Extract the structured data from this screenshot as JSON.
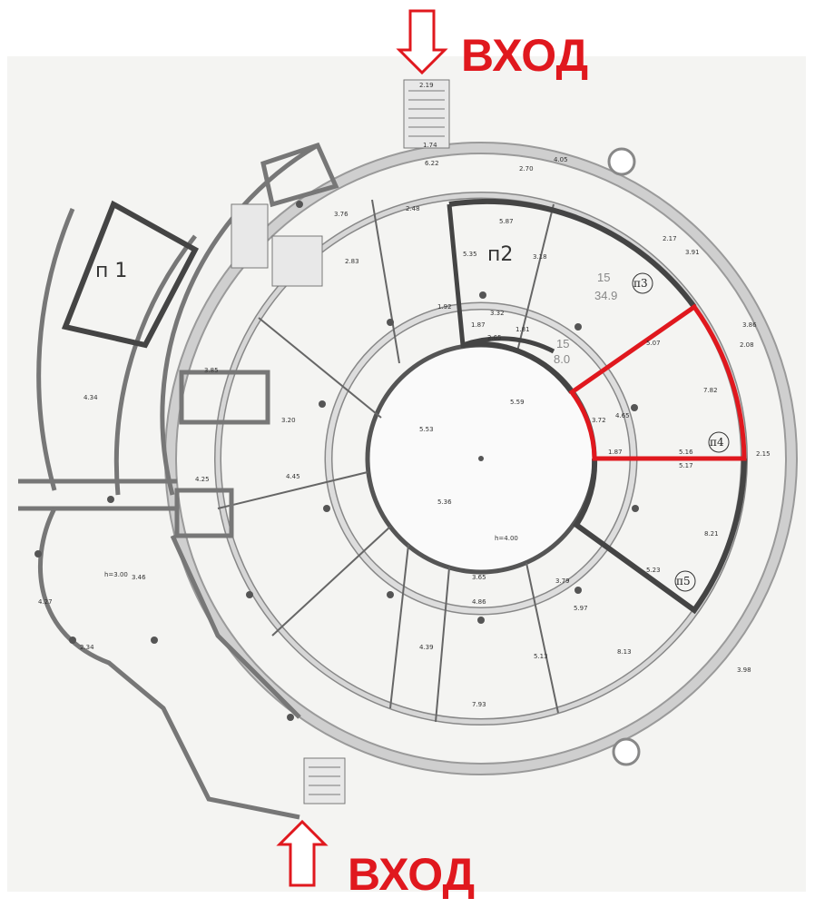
{
  "entrances": {
    "top": "ВХОД",
    "bottom": "ВХОД"
  },
  "units": {
    "p1": "п 1",
    "p2": "п2",
    "p3": "п3",
    "p4": "п4",
    "p5": "п5"
  },
  "room_p3": {
    "number": "15",
    "area": "34.9"
  },
  "room_small": {
    "number": "15",
    "area": "8.0"
  },
  "heights": {
    "atrium": "h=4.00",
    "left": "h=3.00"
  },
  "colors": {
    "highlight": "#e0181e",
    "wall": "#555555",
    "fill": "#c8c8c8"
  },
  "dims": {
    "d_219": "2.19",
    "d_174": "1.74",
    "d_622": "6.22",
    "d_270": "2.70",
    "d_405": "4.05",
    "d_587": "5.87",
    "d_318": "3.18",
    "d_535": "5.35",
    "d_192": "1.92",
    "d_332": "3.32",
    "d_265": "2.65",
    "d_187a": "1.87",
    "d_181": "1.81",
    "d_217": "2.17",
    "d_391": "3.91",
    "d_386": "3.86",
    "d_208": "2.08",
    "d_507": "5.07",
    "d_782": "7.82",
    "d_372": "3.72",
    "d_465": "4.65",
    "d_187b": "1.87",
    "d_516": "5.16",
    "d_517": "5.17",
    "d_215": "2.15",
    "d_559": "5.59",
    "d_553": "5.53",
    "d_536": "5.36",
    "d_821": "8.21",
    "d_523": "5.23",
    "d_365": "3.65",
    "d_486": "4.86",
    "d_793": "7.93",
    "d_813": "8.13",
    "d_398": "3.98",
    "d_425": "4.25",
    "d_445": "4.45",
    "d_385": "3.85",
    "d_434": "4.34",
    "d_346": "3.46",
    "d_234": "2.34",
    "d_427": "4.27",
    "d_248": "2.48",
    "d_376": "3.76",
    "d_283": "2.83",
    "d_439": "4.39",
    "d_513": "5.13",
    "d_597": "5.97",
    "d_320": "3.20",
    "d_379": "3.79"
  }
}
